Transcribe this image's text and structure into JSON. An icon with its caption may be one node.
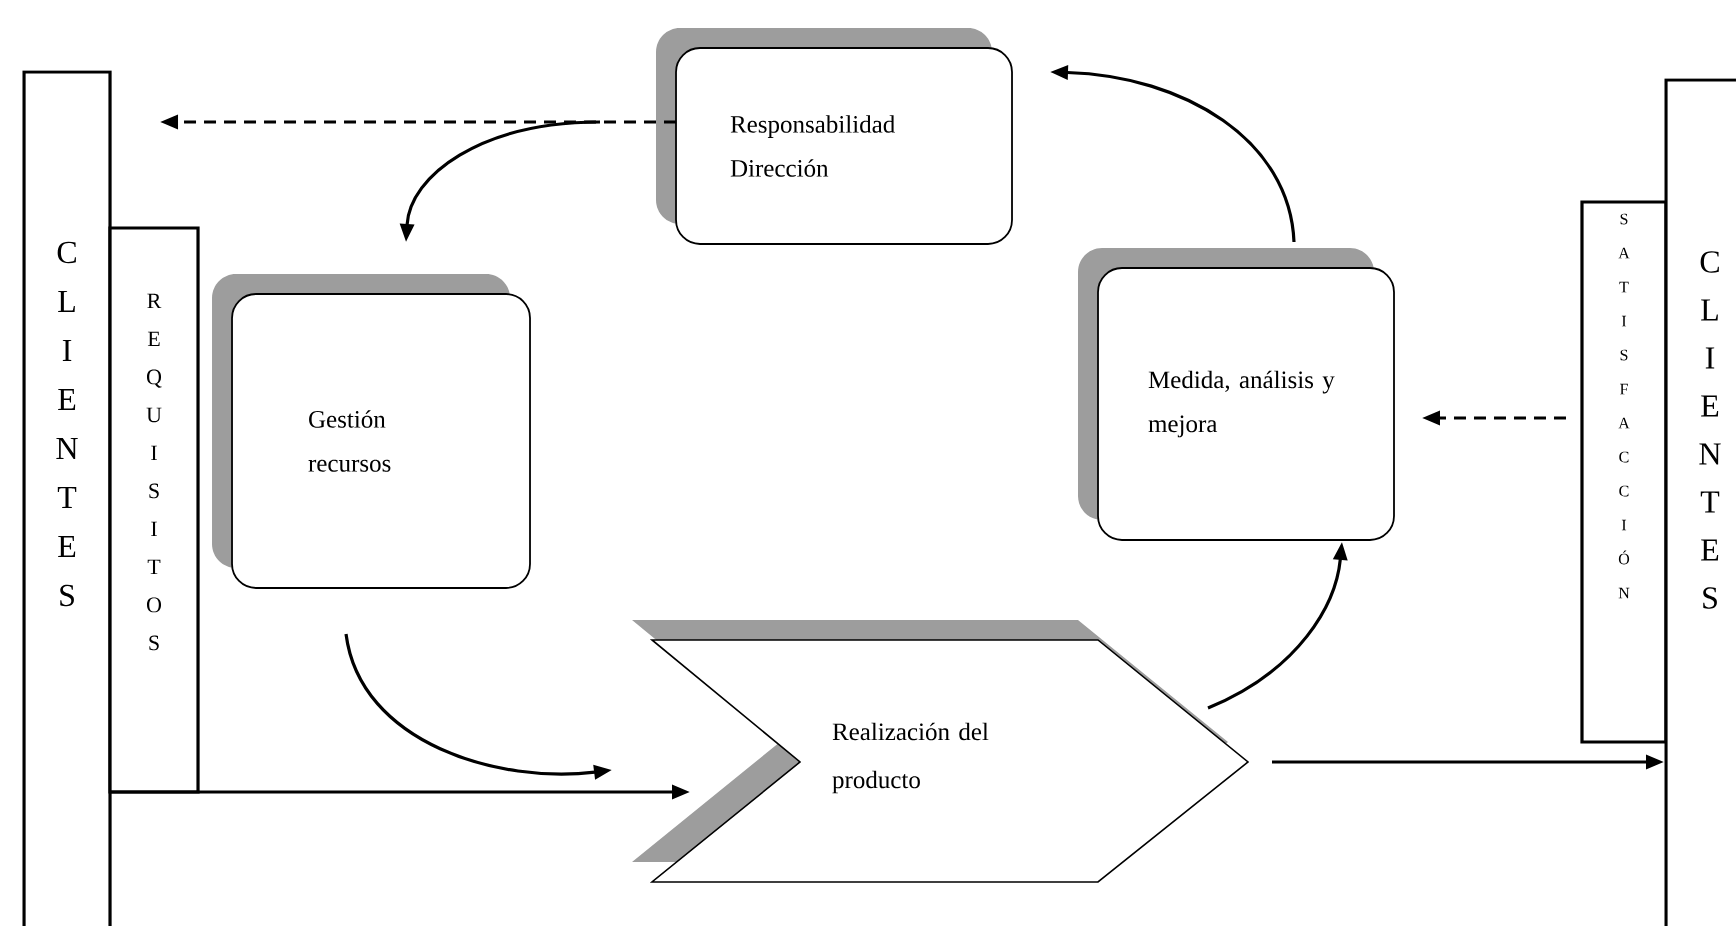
{
  "diagram": {
    "nodes": [
      {
        "text": [
          "CLIENTES"
        ]
      },
      {
        "text": [
          "REQUISITOS"
        ]
      },
      {
        "text": [
          "Responsabilidad Dirección"
        ]
      },
      {
        "text": [
          "Gestión recursos"
        ]
      },
      {
        "text": [
          "Medida, análisis y mejora"
        ]
      },
      {
        "text": [
          "Realización del producto"
        ]
      },
      {
        "text": [
          "SATISFACCIÓN"
        ]
      },
      {
        "text": [
          "CLIENTES"
        ]
      }
    ],
    "edges": [
      {
        "from": 2,
        "to": 0,
        "arrow": "to",
        "style": "dashed"
      },
      {
        "from": 2,
        "to": 3,
        "arrow": "to"
      },
      {
        "from": 3,
        "to": 5,
        "arrow": "to"
      },
      {
        "from": 1,
        "to": 5,
        "arrow": "to"
      },
      {
        "from": 5,
        "to": 4,
        "arrow": "to"
      },
      {
        "from": 4,
        "to": 2,
        "arrow": "to"
      },
      {
        "from": 5,
        "to": 7,
        "arrow": "to"
      },
      {
        "from": 6,
        "to": 4,
        "arrow": "to",
        "style": "dashed"
      }
    ]
  }
}
